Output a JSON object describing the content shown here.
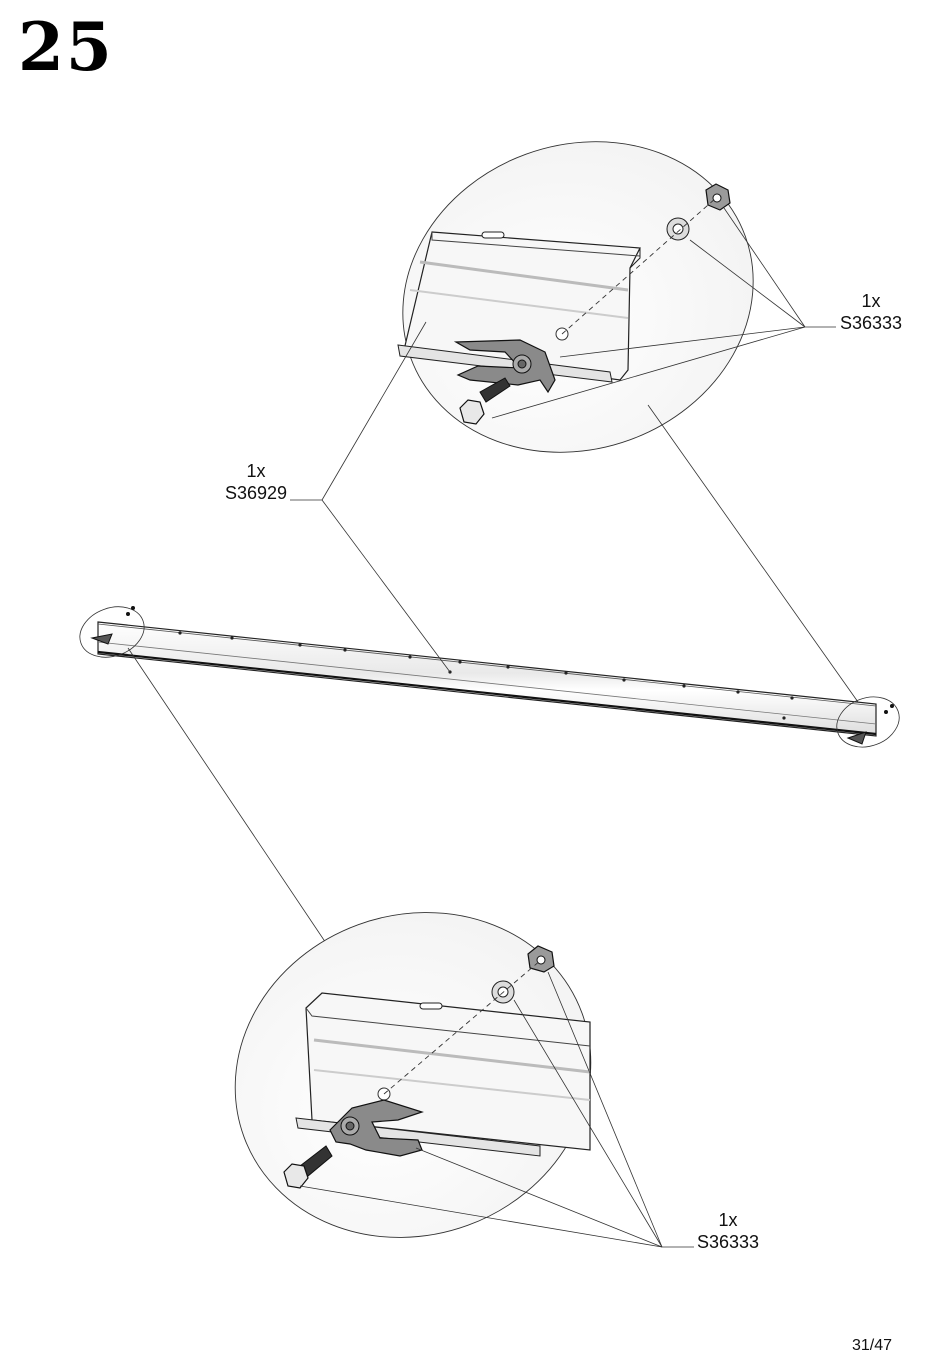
{
  "step": {
    "number": "25"
  },
  "callouts": {
    "top_hardware": {
      "qty": "1x",
      "code": "S36333"
    },
    "rail": {
      "qty": "1x",
      "code": "S36929"
    },
    "bottom_hardware": {
      "qty": "1x",
      "code": "S36333"
    }
  },
  "footer": {
    "page": "31/47"
  }
}
